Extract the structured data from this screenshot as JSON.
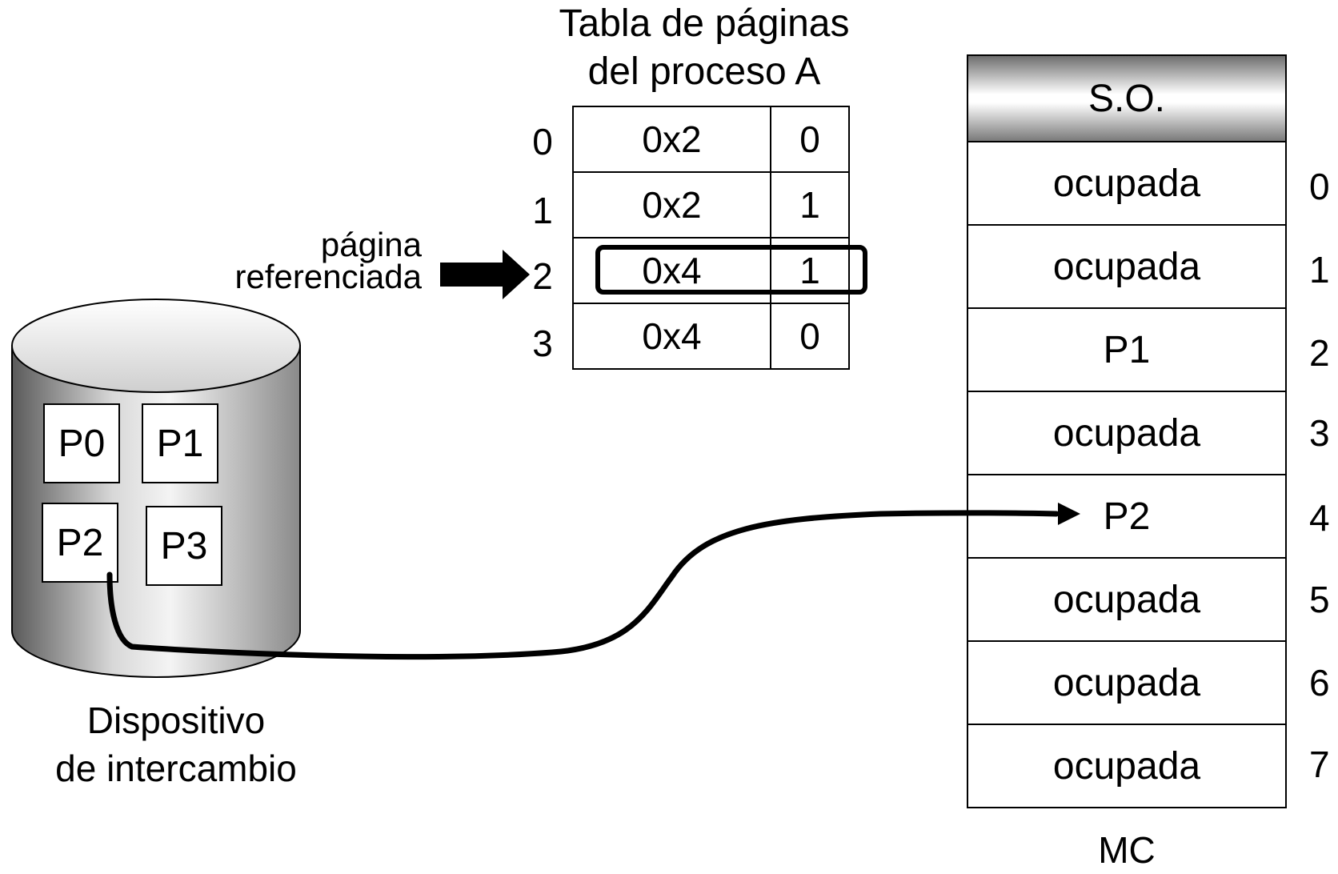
{
  "page_table": {
    "title_line1": "Tabla de páginas",
    "title_line2": "del proceso A",
    "row_indices": [
      "0",
      "1",
      "2",
      "3"
    ],
    "rows": [
      {
        "frame": "0x2",
        "bit": "0"
      },
      {
        "frame": "0x2",
        "bit": "1"
      },
      {
        "frame": "0x4",
        "bit": "1"
      },
      {
        "frame": "0x4",
        "bit": "0"
      }
    ],
    "referenced_label_line1": "página",
    "referenced_label_line2": "referenciada"
  },
  "swap_device": {
    "pages": [
      "P0",
      "P1",
      "P2",
      "P3"
    ],
    "caption_line1": "Dispositivo",
    "caption_line2": "de intercambio"
  },
  "memory": {
    "os_label": "S.O.",
    "frames": [
      {
        "index": "0",
        "content": "ocupada"
      },
      {
        "index": "1",
        "content": "ocupada"
      },
      {
        "index": "2",
        "content": "P1"
      },
      {
        "index": "3",
        "content": "ocupada"
      },
      {
        "index": "4",
        "content": "P2"
      },
      {
        "index": "5",
        "content": "ocupada"
      },
      {
        "index": "6",
        "content": "ocupada"
      },
      {
        "index": "7",
        "content": "ocupada"
      }
    ],
    "caption": "MC"
  }
}
